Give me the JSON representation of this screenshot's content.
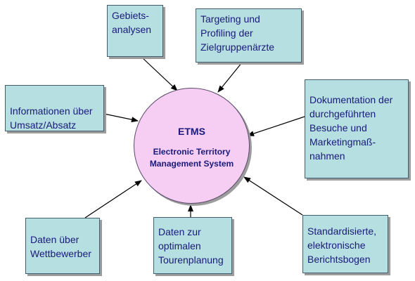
{
  "colors": {
    "box_fill": "#b5dfe1",
    "circle_fill": "#f6cdf3",
    "text": "#1a1a7a",
    "arrow": "#000000"
  },
  "center": {
    "title": "ETMS",
    "subtitle": "Electronic Territory\nManagement System"
  },
  "boxes": [
    {
      "id": "gebiets",
      "text": "Gebiets-\nanalysen"
    },
    {
      "id": "targeting",
      "text": "Targeting und\nProfiling der\nZielgruppenärzte"
    },
    {
      "id": "umsatz",
      "text": "Informationen über\nUmsatz/Absatz"
    },
    {
      "id": "dokumentation",
      "text": "Dokumentation der\ndurchgeführten\nBesuche und\nMarketingmaß-\nnahmen"
    },
    {
      "id": "wettbewerber",
      "text": "Daten über\nWettbewerber"
    },
    {
      "id": "touren",
      "text": "Daten zur\noptimalen\nTourenplanung"
    },
    {
      "id": "berichte",
      "text": "Standardisierte,\nelektronische\nBerichtsbogen"
    }
  ],
  "connections": [
    {
      "from": "gebiets",
      "to": "center"
    },
    {
      "from": "targeting",
      "to": "center"
    },
    {
      "from": "umsatz",
      "to": "center"
    },
    {
      "from": "dokumentation",
      "to": "center"
    },
    {
      "from": "wettbewerber",
      "to": "center"
    },
    {
      "from": "touren",
      "to": "center"
    },
    {
      "from": "berichte",
      "to": "center"
    }
  ]
}
